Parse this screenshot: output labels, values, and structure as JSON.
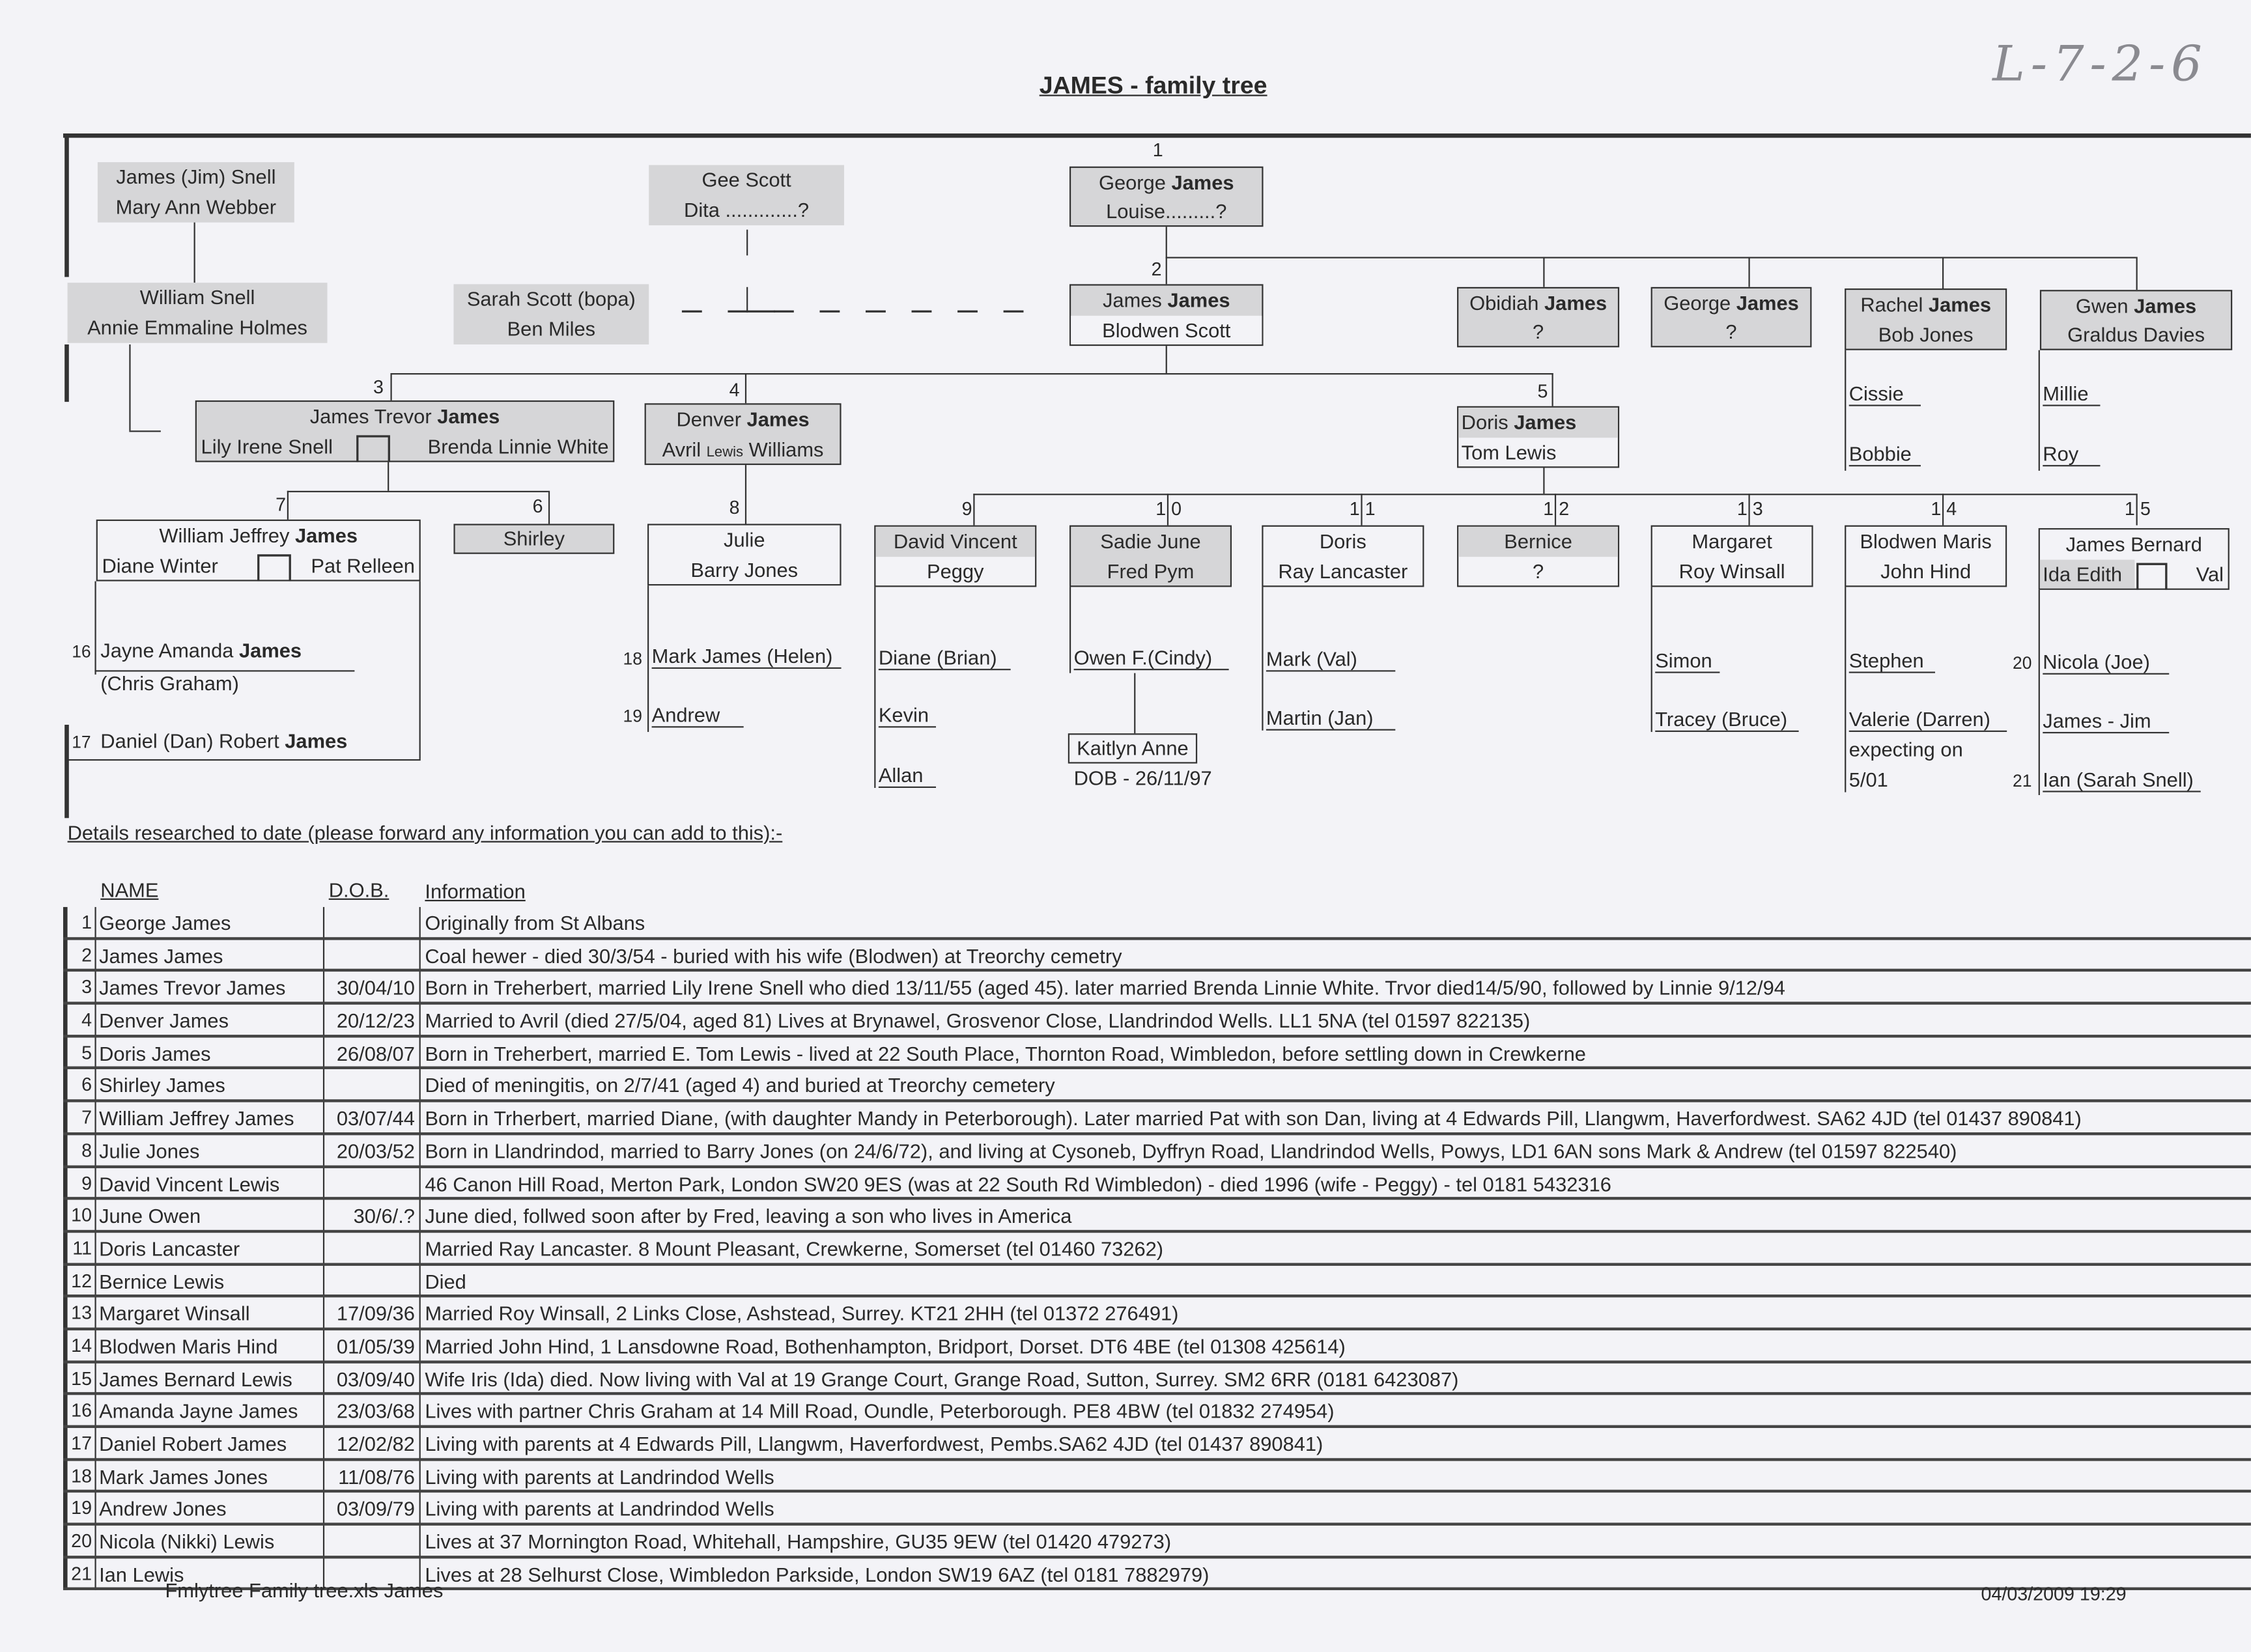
{
  "title": "JAMES - family tree",
  "handwritten_ref": "L-7-2-6",
  "tree": {
    "snell_parents": [
      "James (Jim) Snell",
      "Mary Ann Webber"
    ],
    "scott_parents": [
      "Gee Scott",
      "Dita .............?"
    ],
    "george": {
      "num": "1",
      "name": "George ",
      "surname": "James",
      "spouse": "Louise.........?"
    },
    "snell_children": [
      "William Snell",
      "Annie Emmaline Holmes"
    ],
    "sarah": [
      "Sarah Scott (bopa)",
      "Ben Miles"
    ],
    "james": {
      "num": "2",
      "name": "James ",
      "surname": "James",
      "spouse": "Blodwen Scott"
    },
    "obidiah": {
      "name": "Obidiah ",
      "surname": "James",
      "spouse": "?"
    },
    "george2": {
      "name": "George ",
      "surname": "James",
      "spouse": "?"
    },
    "rachel": {
      "name": "Rachel ",
      "surname": "James",
      "spouse": "Bob Jones",
      "children": [
        "Cissie",
        "Bobbie"
      ]
    },
    "gwen": {
      "name": "Gwen ",
      "surname": "James",
      "spouse": "Graldus Davies",
      "children": [
        "Millie",
        "Roy"
      ]
    },
    "trevor": {
      "num": "3",
      "name": "James Trevor ",
      "surname": "James",
      "spouse1": "Lily Irene Snell",
      "spouse2": "Brenda Linnie White"
    },
    "denver": {
      "num": "4",
      "name": "Denver ",
      "surname": "James",
      "spouse_a": "Avril ",
      "spouse_b": "Lewis",
      "spouse_c": " Williams"
    },
    "doris": {
      "num": "5",
      "name": "Doris ",
      "surname": "James",
      "spouse": "Tom Lewis"
    },
    "william": {
      "num": "7",
      "name": "William Jeffrey ",
      "surname": "James",
      "spouse1": "Diane Winter",
      "spouse2": "Pat Relleen",
      "c16_num": "16",
      "c16_name": "Jayne Amanda ",
      "c16_surname": "James",
      "c16_partner": "(Chris Graham)",
      "c17_num": "17",
      "c17_name": "Daniel (Dan) Robert ",
      "c17_surname": "James"
    },
    "shirley": {
      "num": "6",
      "name": "Shirley"
    },
    "julie": {
      "num": "8",
      "name": "Julie",
      "spouse": "Barry Jones",
      "c18_num": "18",
      "c18": "Mark James (Helen)",
      "c19_num": "19",
      "c19": "Andrew"
    },
    "david": {
      "num": "9",
      "name": "David Vincent",
      "spouse": "Peggy",
      "children": [
        "Diane (Brian)",
        "Kevin",
        "Allan"
      ]
    },
    "sadie": {
      "num": "1 0",
      "name": "Sadie June",
      "spouse": "Fred Pym",
      "child": "Owen F.(Cindy)",
      "grandchild": "Kaitlyn Anne",
      "dob": "DOB - 26/11/97"
    },
    "doris2": {
      "num": "1 1",
      "name": "Doris",
      "spouse": "Ray Lancaster",
      "children": [
        "Mark (Val)",
        "Martin (Jan)"
      ]
    },
    "bernice": {
      "num": "1 2",
      "name": "Bernice",
      "spouse": "?"
    },
    "margaret": {
      "num": "1 3",
      "name": "Margaret",
      "spouse": "Roy Winsall",
      "children": [
        "Simon",
        "Tracey (Bruce)"
      ]
    },
    "blodwen": {
      "num": "1 4",
      "name": "Blodwen Maris",
      "spouse": "John Hind",
      "children": [
        "Stephen",
        "Valerie (Darren)",
        "expecting on",
        "5/01"
      ]
    },
    "bernard": {
      "num": "1 5",
      "name": "James Bernard",
      "spouse1": "Ida Edith",
      "spouse2": "Val",
      "c20_num": "20",
      "c20": "Nicola (Joe)",
      "c_mid": "James - Jim",
      "c21_num": "21",
      "c21": "Ian (Sarah Snell)"
    }
  },
  "details_heading": "Details researched to date (please forward any information you can add to this):-",
  "table": {
    "headers": {
      "name": "NAME",
      "dob": "D.O.B.",
      "info": "Information"
    },
    "rows": [
      {
        "n": "1",
        "name": "George James",
        "dob": "",
        "info": "Originally from St Albans"
      },
      {
        "n": "2",
        "name": "James James",
        "dob": "",
        "info": "Coal hewer - died 30/3/54 - buried with his wife (Blodwen) at Treorchy cemetry"
      },
      {
        "n": "3",
        "name": "James Trevor James",
        "dob": "30/04/10",
        "info": "Born in Treherbert, married Lily Irene Snell who died 13/11/55 (aged 45). later married Brenda Linnie White. Trvor died14/5/90, followed by Linnie 9/12/94"
      },
      {
        "n": "4",
        "name": "Denver James",
        "dob": "20/12/23",
        "info": "Married to Avril (died 27/5/04, aged 81) Lives at Brynawel, Grosvenor Close, Llandrindod Wells. LL1 5NA (tel 01597 822135)"
      },
      {
        "n": "5",
        "name": "Doris James",
        "dob": "26/08/07",
        "info": "Born in Treherbert, married E. Tom Lewis - lived at 22 South Place, Thornton Road, Wimbledon, before settling down in Crewkerne"
      },
      {
        "n": "6",
        "name": "Shirley James",
        "dob": "",
        "info": "Died of meningitis, on 2/7/41 (aged 4) and buried at Treorchy cemetery"
      },
      {
        "n": "7",
        "name": "William Jeffrey James",
        "dob": "03/07/44",
        "info": "Born in Trherbert, married Diane, (with daughter Mandy in Peterborough). Later married Pat with son Dan, living at 4 Edwards Pill, Llangwm, Haverfordwest. SA62 4JD (tel 01437 890841)"
      },
      {
        "n": "8",
        "name": "Julie Jones",
        "dob": "20/03/52",
        "info": "Born in Llandrindod, married to Barry Jones (on 24/6/72), and living at Cysoneb, Dyffryn Road, Llandrindod Wells, Powys, LD1 6AN sons Mark & Andrew (tel 01597 822540)"
      },
      {
        "n": "9",
        "name": "David Vincent Lewis",
        "dob": "",
        "info": "46 Canon Hill Road, Merton Park, London SW20 9ES (was at 22 South Rd Wimbledon) - died 1996 (wife - Peggy) - tel 0181 5432316"
      },
      {
        "n": "10",
        "name": "June Owen",
        "dob": "30/6/.?",
        "info": "June died, follwed soon after by Fred, leaving a son who lives in America"
      },
      {
        "n": "11",
        "name": "Doris Lancaster",
        "dob": "",
        "info": "Married Ray Lancaster. 8 Mount Pleasant, Crewkerne, Somerset (tel 01460 73262)"
      },
      {
        "n": "12",
        "name": "Bernice Lewis",
        "dob": "",
        "info": "Died"
      },
      {
        "n": "13",
        "name": "Margaret Winsall",
        "dob": "17/09/36",
        "info": "Married Roy Winsall, 2 Links Close, Ashstead, Surrey. KT21 2HH (tel 01372 276491)"
      },
      {
        "n": "14",
        "name": "Blodwen Maris Hind",
        "dob": "01/05/39",
        "info": "Married John Hind, 1 Lansdowne Road, Bothenhampton, Bridport, Dorset. DT6 4BE (tel 01308 425614)"
      },
      {
        "n": "15",
        "name": "James Bernard Lewis",
        "dob": "03/09/40",
        "info": "Wife Iris (Ida) died. Now living with Val at 19 Grange Court, Grange Road, Sutton, Surrey. SM2 6RR (0181 6423087)"
      },
      {
        "n": "16",
        "name": "Amanda Jayne James",
        "dob": "23/03/68",
        "info": "Lives with partner Chris Graham at 14 Mill Road, Oundle, Peterborough. PE8 4BW (tel 01832 274954)"
      },
      {
        "n": "17",
        "name": "Daniel Robert James",
        "dob": "12/02/82",
        "info": "Living with parents at 4 Edwards Pill, Llangwm, Haverfordwest, Pembs.SA62 4JD (tel 01437 890841)"
      },
      {
        "n": "18",
        "name": "Mark James Jones",
        "dob": "11/08/76",
        "info": "Living with parents at Landrindod Wells"
      },
      {
        "n": "19",
        "name": "Andrew Jones",
        "dob": "03/09/79",
        "info": "Living with parents at Landrindod Wells"
      },
      {
        "n": "20",
        "name": "Nicola (Nikki) Lewis",
        "dob": "",
        "info": "Lives at 37 Mornington Road, Whitehall, Hampshire, GU35 9EW (tel 01420 479273)"
      },
      {
        "n": "21",
        "name": "Ian Lewis",
        "dob": "",
        "info": "Lives at 28 Selhurst Close, Wimbledon Parkside, London SW19 6AZ (tel 0181 7882979)"
      }
    ]
  },
  "footer": {
    "left": "Fmlytree  Family tree.xls  James",
    "right": "04/03/2009  19:29"
  }
}
